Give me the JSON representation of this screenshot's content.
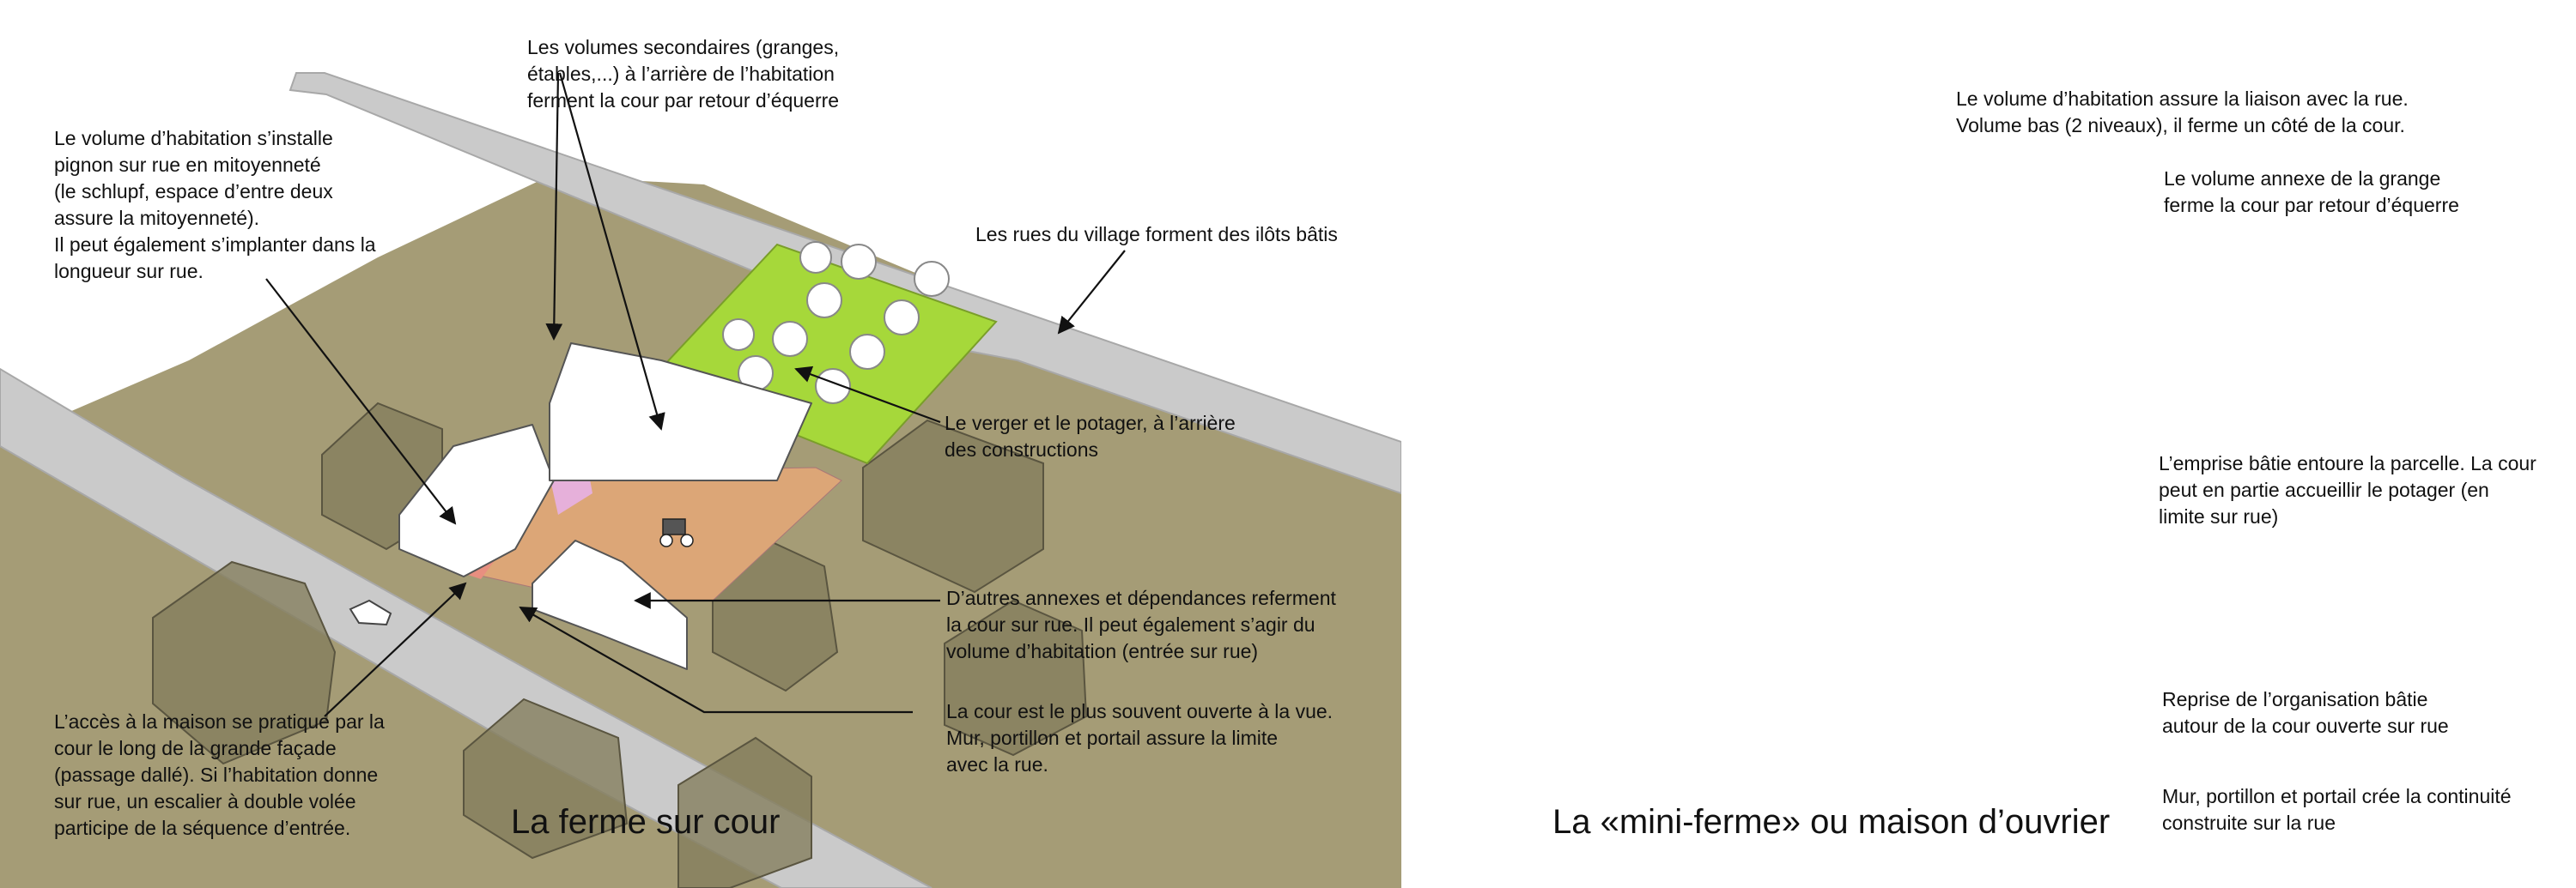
{
  "panels": [
    {
      "title": "La ferme sur cour",
      "annotations": [
        {
          "id": "secondary-volumes",
          "lines": [
            "Les volumes secondaires (granges,",
            "étables,...) à l’arrière de l’habitation",
            "ferment la cour par retour d’équerre"
          ]
        },
        {
          "id": "dwelling-volume",
          "lines": [
            "Le volume d’habitation s’installe",
            "pignon sur rue en mitoyenneté",
            "(le schlupf, espace d’entre deux",
            "assure la mitoyenneté).",
            "Il peut également s’implanter dans la",
            "longueur sur rue."
          ]
        },
        {
          "id": "village-streets",
          "lines": [
            "Les rues du village forment des ilôts bâtis"
          ]
        },
        {
          "id": "orchard",
          "lines": [
            "Le verger et le potager, à l’arrière",
            "des constructions"
          ]
        },
        {
          "id": "other-annexes",
          "lines": [
            "D’autres annexes et dépendances referment",
            "la cour sur rue. Il peut également s’agir du",
            "volume d’habitation (entrée sur rue)"
          ]
        },
        {
          "id": "courtyard-open",
          "lines": [
            "La cour est le plus souvent ouverte à la vue.",
            "Mur, portillon et portail assure la limite",
            "avec la rue."
          ]
        },
        {
          "id": "house-access",
          "lines": [
            "L’accès à la maison se pratique par la",
            "cour le long de la grande façade",
            "(passage dallé). Si l’habitation donne",
            "sur rue, un escalier à double volée",
            "participe de la séquence d’entrée."
          ]
        }
      ]
    },
    {
      "title": "La «mini-ferme» ou maison d’ouvrier",
      "annotations": [
        {
          "id": "dwelling-link",
          "lines": [
            "Le volume d’habitation assure la liaison avec la rue.",
            "Volume bas (2 niveaux), il ferme un côté de la cour."
          ]
        },
        {
          "id": "barn-annex",
          "lines": [
            "Le volume annexe de la grange",
            "ferme la cour par retour d’équerre"
          ]
        },
        {
          "id": "footprint",
          "lines": [
            "L’emprise bâtie entoure la parcelle. La cour",
            "peut en partie accueillir le potager (en",
            "limite sur rue)"
          ]
        },
        {
          "id": "organisation",
          "lines": [
            "Reprise de l’organisation bâtie",
            "autour de la cour ouverte sur rue"
          ]
        },
        {
          "id": "wall-gate",
          "lines": [
            "Mur, portillon et portail crée la continuité",
            "construite sur la rue"
          ]
        }
      ]
    }
  ],
  "colors": {
    "ground": "#a59c76",
    "road": "#cacaca",
    "road_edge": "#a8a8a8",
    "courtyard": "#dca677",
    "garden": "#a6d83a",
    "building": "#ffffff",
    "ghost_building": "#857e5e",
    "schlupf": "#e6b0da",
    "entrance_path": "#e88f80"
  },
  "icons": [
    "tractor-icon",
    "car-icon",
    "tree-icon"
  ]
}
